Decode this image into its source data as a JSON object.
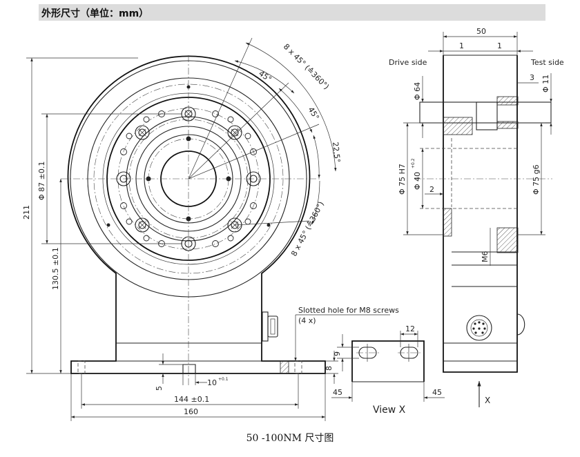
{
  "header": {
    "title": "外形尺寸（单位：mm）"
  },
  "front_view": {
    "angle_labels": [
      "8 x 45° (≙360°)",
      "45°",
      "45°",
      "22,5°",
      "8 x 45° (≙360°)"
    ],
    "dims": {
      "bolt_circle": "Φ 87 ±0.1",
      "overall_height": "211",
      "axis_height": "130.5 ±0.1",
      "slot_width": "10",
      "slot_width_tol": "+0.1",
      "slot_depth": "5",
      "base_thickness": "8",
      "mount_spacing": "144 ±0.1",
      "base_width": "160"
    },
    "slotted_hole_note": "Slotted hole for M8 screws",
    "slotted_hole_count": "(4 x)"
  },
  "side_view": {
    "drive_side": "Drive side",
    "test_side": "Test side",
    "dims": {
      "width": "50",
      "offset_left": "1",
      "offset_right": "1",
      "depth": "3",
      "shaft_small": "Φ 11",
      "shaft_bore": "Φ 64",
      "fit_left": "Φ 75 H7",
      "inner_bore": "Φ 40",
      "inner_bore_tol": "+0.2",
      "step": "2",
      "fit_right": "Φ 75 g6",
      "thread": "M6"
    },
    "view_arrow_label": "X"
  },
  "view_x": {
    "title": "View X",
    "dims": {
      "slot_length": "12",
      "slot_height": "9",
      "left_edge": "45",
      "right_edge": "45"
    }
  },
  "caption": "50 -100NM 尺寸图"
}
